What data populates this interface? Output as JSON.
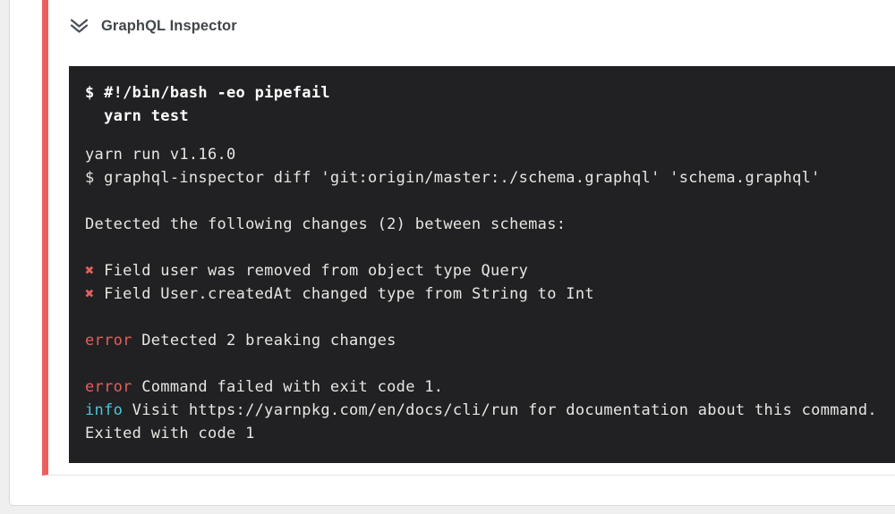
{
  "header": {
    "title": "GraphQL Inspector",
    "icon": "double-chevron-down-icon"
  },
  "colors": {
    "accent_red_stripe": "#ee5e5e",
    "terminal_bg": "#212123",
    "terminal_text": "#e7e6e3",
    "command_bold_white": "#ffffff",
    "error_red": "#e55f5d",
    "info_cyan": "#49c6d8",
    "page_bg": "#efefef"
  },
  "terminal": {
    "lines": [
      {
        "class": "cmd",
        "spans": [
          {
            "text": "$ #!/bin/bash -eo pipefail"
          }
        ]
      },
      {
        "class": "cmd",
        "spans": [
          {
            "text": "  yarn test"
          }
        ]
      },
      {
        "class": "gap-sm",
        "spans": []
      },
      {
        "class": "",
        "spans": [
          {
            "text": "yarn run v1.16.0"
          }
        ]
      },
      {
        "class": "",
        "spans": [
          {
            "text": "$ graphql-inspector diff 'git:origin/master:./schema.graphql' 'schema.graphql'"
          }
        ]
      },
      {
        "class": "",
        "spans": []
      },
      {
        "class": "",
        "spans": [
          {
            "text": "Detected the following changes (2) between schemas:"
          }
        ]
      },
      {
        "class": "",
        "spans": []
      },
      {
        "class": "",
        "spans": [
          {
            "text": "✖",
            "color": "red"
          },
          {
            "text": " Field user was removed from object type Query"
          }
        ]
      },
      {
        "class": "",
        "spans": [
          {
            "text": "✖",
            "color": "red"
          },
          {
            "text": " Field User.createdAt changed type from String to Int"
          }
        ]
      },
      {
        "class": "",
        "spans": []
      },
      {
        "class": "",
        "spans": [
          {
            "text": "error",
            "color": "red"
          },
          {
            "text": " Detected 2 breaking changes"
          }
        ]
      },
      {
        "class": "",
        "spans": []
      },
      {
        "class": "",
        "spans": [
          {
            "text": "error",
            "color": "red"
          },
          {
            "text": " Command failed with exit code 1."
          }
        ]
      },
      {
        "class": "",
        "spans": [
          {
            "text": "info",
            "color": "cyan"
          },
          {
            "text": " Visit https://yarnpkg.com/en/docs/cli/run for documentation about this command."
          }
        ]
      },
      {
        "class": "",
        "spans": [
          {
            "text": "Exited with code 1"
          }
        ]
      }
    ]
  }
}
